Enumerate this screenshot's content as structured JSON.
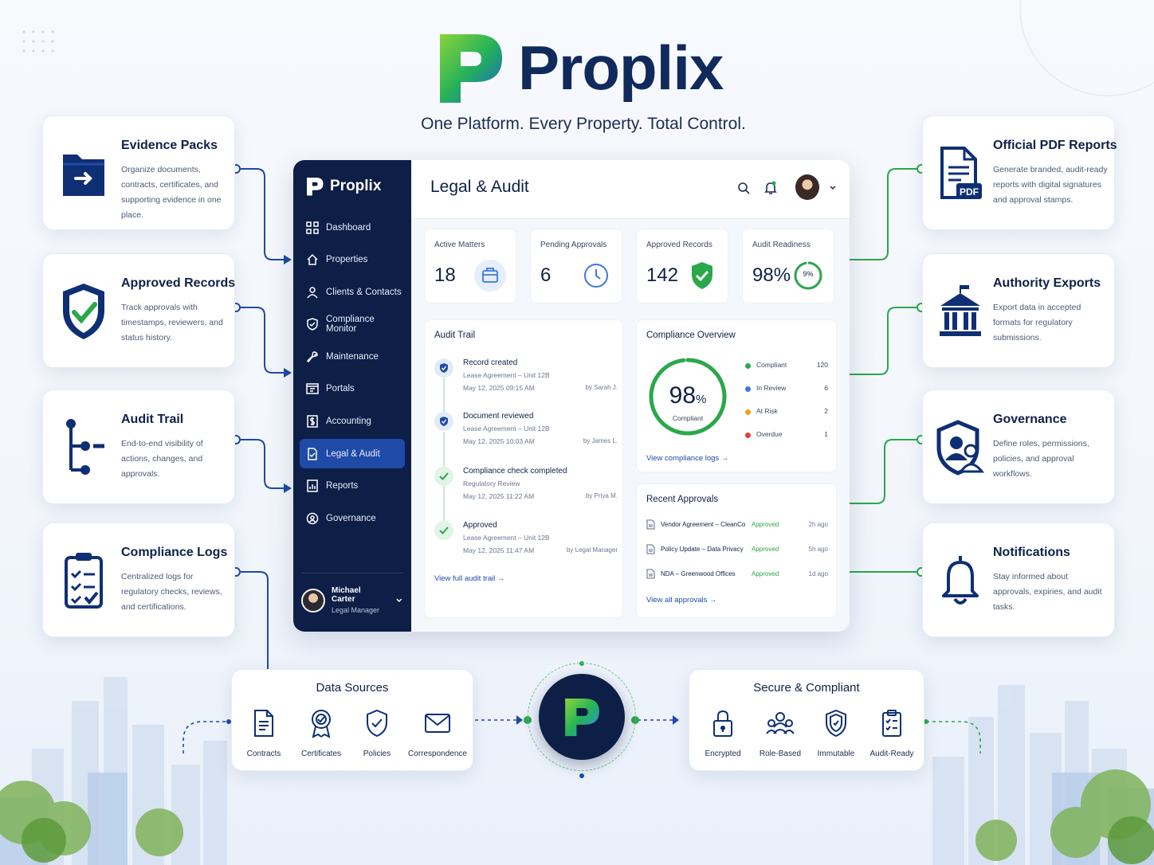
{
  "brand": {
    "name": "Proplix",
    "tagline": "One Platform. Every Property. Total Control."
  },
  "left_features": [
    {
      "title": "Evidence Packs",
      "desc": "Organize documents, contracts, certificates, and supporting evidence in one place.",
      "icon": "folder-arrow-icon"
    },
    {
      "title": "Approved Records",
      "desc": "Track approvals with timestamps, reviewers, and status history.",
      "icon": "shield-check-icon"
    },
    {
      "title": "Audit Trail",
      "desc": "End-to-end visibility of actions, changes, and approvals.",
      "icon": "branch-icon"
    },
    {
      "title": "Compliance Logs",
      "desc": "Centralized logs for regulatory checks, reviews, and certifications.",
      "icon": "clipboard-check-icon"
    }
  ],
  "right_features": [
    {
      "title": "Official PDF Reports",
      "desc": "Generate branded, audit-ready reports with digital signatures and approval stamps.",
      "icon": "pdf-icon"
    },
    {
      "title": "Authority Exports",
      "desc": "Export data in accepted formats for regulatory submissions.",
      "icon": "government-building-icon"
    },
    {
      "title": "Governance",
      "desc": "Define roles, permissions, policies, and approval workflows.",
      "icon": "shield-user-icon"
    },
    {
      "title": "Notifications",
      "desc": "Stay informed about approvals, expiries, and audit tasks.",
      "icon": "bell-icon"
    }
  ],
  "app": {
    "brand": "Proplix",
    "nav": [
      {
        "label": "Dashboard",
        "icon": "grid-icon"
      },
      {
        "label": "Properties",
        "icon": "house-icon"
      },
      {
        "label": "Clients & Contacts",
        "icon": "person-icon"
      },
      {
        "label": "Compliance Monitor",
        "icon": "shield-icon"
      },
      {
        "label": "Maintenance",
        "icon": "wrench-icon"
      },
      {
        "label": "Portals",
        "icon": "browser-icon"
      },
      {
        "label": "Accounting",
        "icon": "dollar-doc-icon"
      },
      {
        "label": "Legal & Audit",
        "icon": "doc-check-icon",
        "active": true
      },
      {
        "label": "Reports",
        "icon": "report-icon"
      },
      {
        "label": "Governance",
        "icon": "governance-icon"
      }
    ],
    "user": {
      "name": "Michael Carter",
      "role": "Legal Manager"
    },
    "page_title": "Legal & Audit",
    "stats": [
      {
        "label": "Active Matters",
        "value": "18",
        "icon": "briefcase-icon"
      },
      {
        "label": "Pending Approvals",
        "value": "6",
        "icon": "clock-icon"
      },
      {
        "label": "Approved Records",
        "value": "142",
        "icon": "shield-check-icon"
      },
      {
        "label": "Audit Readiness",
        "value": "98%",
        "icon": "progress-ring-icon",
        "ring_label": "9%",
        "progress": 0.98
      }
    ],
    "audit_trail": {
      "title": "Audit Trail",
      "items": [
        {
          "title": "Record created",
          "sub": "Lease Agreement – Unit 12B",
          "date": "May 12, 2025  09:15 AM",
          "by": "by Sarah J.",
          "kind": "shield"
        },
        {
          "title": "Document reviewed",
          "sub": "Lease Agreement – Unit 12B",
          "date": "May 12, 2025  10:03 AM",
          "by": "by James L.",
          "kind": "shield"
        },
        {
          "title": "Compliance check completed",
          "sub": "Regulatory Review",
          "date": "May 12, 2025  11:22 AM",
          "by": "by Priya M.",
          "kind": "check"
        },
        {
          "title": "Approved",
          "sub": "Lease Agreement – Unit 12B",
          "date": "May 12, 2025  11:47 AM",
          "by": "by Legal Manager",
          "kind": "check"
        }
      ],
      "link": "View full audit trail →"
    },
    "overview": {
      "title": "Compliance Overview",
      "percent": "98",
      "percent_sign": "%",
      "center_label": "Compliant",
      "progress": 0.98,
      "legend": [
        {
          "label": "Compliant",
          "count": "120",
          "color": "#2aa84a"
        },
        {
          "label": "In Review",
          "count": "6",
          "color": "#3a78e0"
        },
        {
          "label": "At Risk",
          "count": "2",
          "color": "#f0a020"
        },
        {
          "label": "Overdue",
          "count": "1",
          "color": "#e0403a"
        }
      ],
      "link": "View compliance logs →"
    },
    "approvals": {
      "title": "Recent Approvals",
      "rows": [
        {
          "name": "Vendor Agreement – CleanCo",
          "status": "Approved",
          "ago": "2h ago"
        },
        {
          "name": "Policy Update – Data Privacy",
          "status": "Approved",
          "ago": "5h ago"
        },
        {
          "name": "NDA – Greenwood Offices",
          "status": "Approved",
          "ago": "1d ago"
        }
      ],
      "link": "View all approvals →"
    }
  },
  "data_sources": {
    "title": "Data Sources",
    "items": [
      {
        "label": "Contracts",
        "icon": "document-icon"
      },
      {
        "label": "Certificates",
        "icon": "certificate-icon"
      },
      {
        "label": "Policies",
        "icon": "shield-icon"
      },
      {
        "label": "Correspondence",
        "icon": "envelope-icon"
      }
    ]
  },
  "secure": {
    "title": "Secure & Compliant",
    "items": [
      {
        "label": "Encrypted",
        "icon": "lock-icon"
      },
      {
        "label": "Role-Based",
        "icon": "users-icon"
      },
      {
        "label": "Immutable",
        "icon": "shield-lock-icon"
      },
      {
        "label": "Audit-Ready",
        "icon": "clipboard-check-icon"
      }
    ]
  },
  "colors": {
    "navy": "#0d1f47",
    "blue": "#1f4aa8",
    "green": "#2aa84a",
    "accent_green": "#6fc38a"
  }
}
